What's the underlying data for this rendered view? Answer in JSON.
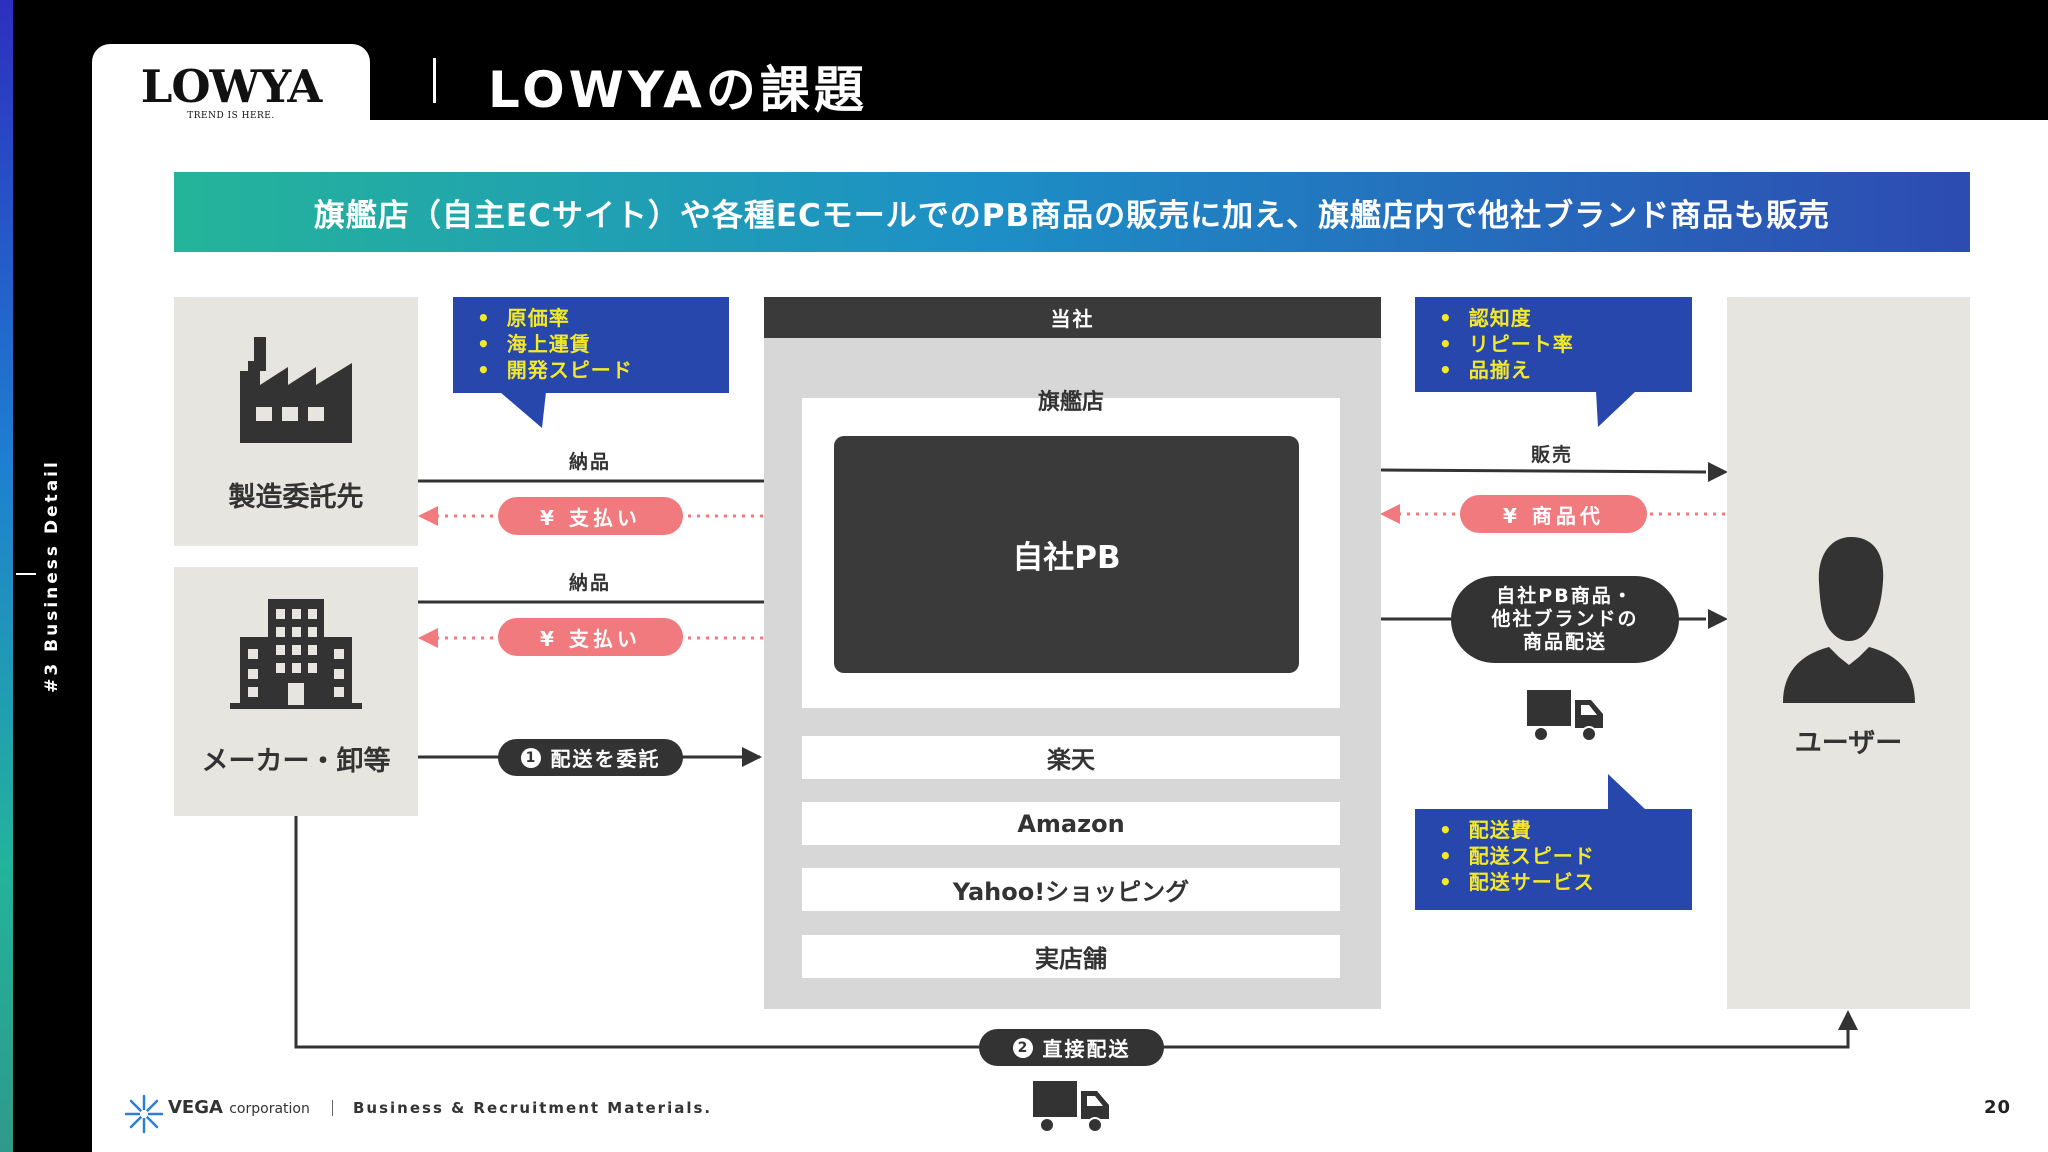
{
  "header": {
    "title": "LOWYAの課題",
    "logo_text": "LOWYA",
    "logo_sub": "TREND IS HERE."
  },
  "side_label": "#3 Business Detail",
  "banner": "旗艦店（自主ECサイト）や各種ECモールでのPB商品の販売に加え、旗艦店内で他社ブランド商品も販売",
  "left_boxes": {
    "manufacturer": "製造委託先",
    "maker": "メーカー・卸等"
  },
  "bubbles": {
    "cost": [
      "原価率",
      "海上運賃",
      "開発スピード"
    ],
    "brand": [
      "認知度",
      "リピート率",
      "品揃え"
    ],
    "shipping": [
      "配送費",
      "配送スピード",
      "配送サービス"
    ]
  },
  "arrows": {
    "delivery_1": "納品",
    "delivery_2": "納品",
    "payment_1": "¥ 支払い",
    "payment_2": "¥ 支払い",
    "entrust": "配送を委託",
    "entrust_num": "1",
    "direct": "直接配送",
    "direct_num": "2",
    "sale": "販売",
    "price": "¥ 商品代",
    "product_delivery": [
      "自社PB商品・",
      "他社ブランドの",
      "商品配送"
    ]
  },
  "center": {
    "head": "当社",
    "flagship": "旗艦店",
    "pb": "自社PB",
    "channels": [
      "楽天",
      "Amazon",
      "Yahoo!ショッピング",
      "実店舗"
    ]
  },
  "user_label": "ユーザー",
  "footer": {
    "company": "VEGA",
    "company_suffix": "corporation",
    "tagline": "Business & Recruitment Materials.",
    "page": "20"
  },
  "colors": {
    "banner_start": "#24b49a",
    "banner_end": "#2d4bb2",
    "bubble_bg": "#2747ad",
    "bubble_text": "#f3e82a",
    "payment_pink": "#f07a7e",
    "box_bg": "#e6e5df",
    "dark": "#333333"
  },
  "icons": [
    "factory-icon",
    "building-icon",
    "user-icon",
    "truck-icon"
  ]
}
